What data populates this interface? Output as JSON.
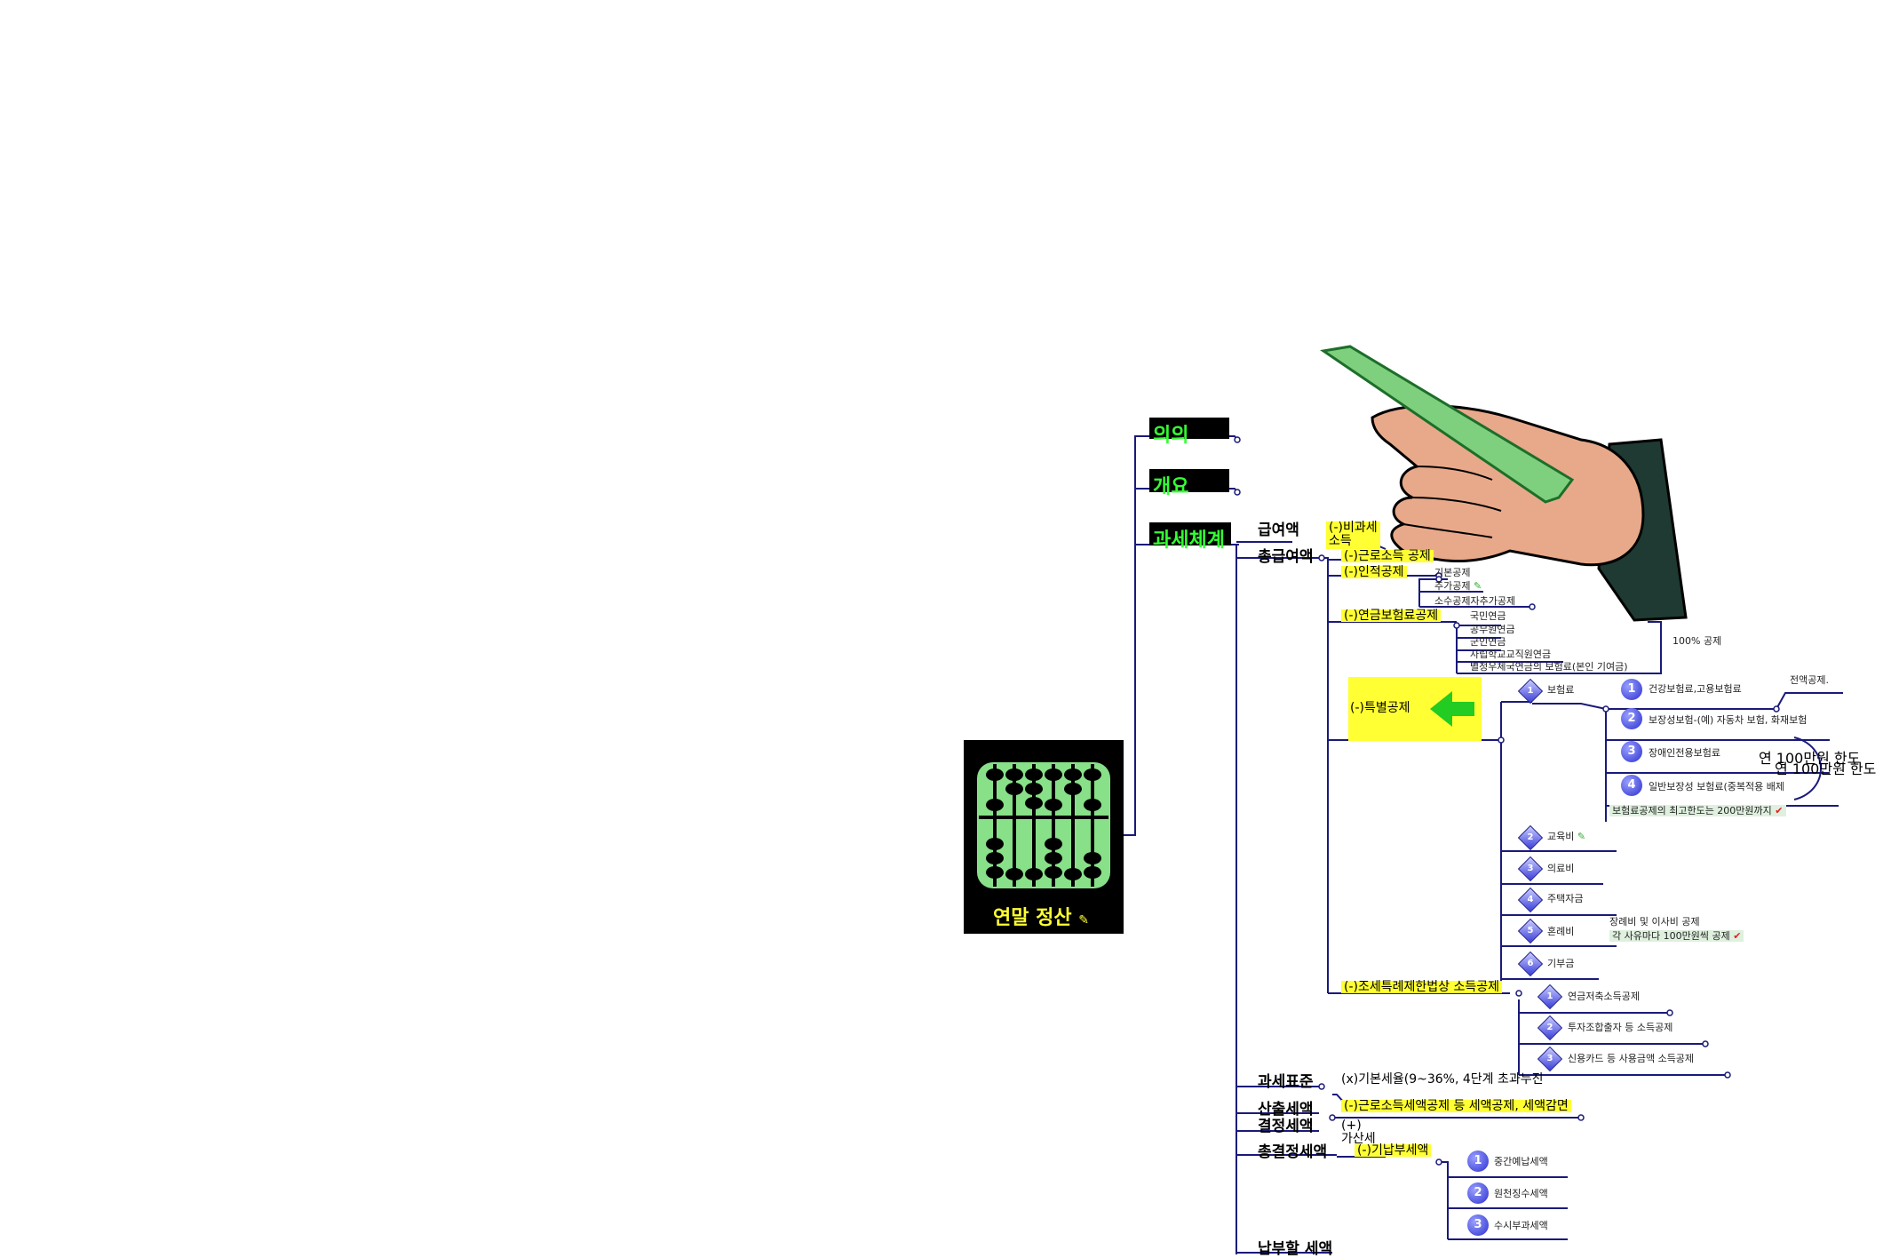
{
  "root": {
    "title": "연말 정산"
  },
  "branches": {
    "b1": "의의",
    "b2": "개요",
    "b3": "과세체계"
  },
  "main": {
    "gross": "급여액",
    "total": "총급여액",
    "taxbase": "과세표준",
    "calc": "산출세액",
    "decided": "결정세액",
    "final": "총결정세액",
    "pay": "납부할 세액"
  },
  "deductions": {
    "nontax_1": "(-)비과세",
    "nontax_2": "소득",
    "earned": "(-)근로소득 공제",
    "personal": "(-)인적공제",
    "personal_items": [
      "기본공제",
      "추가공제",
      "소수공제자추가공제"
    ],
    "pension": "(-)연금보험료공제",
    "pension_items": [
      "국민연금",
      "공무원연금",
      "군인연금",
      "사립학교교직원연금",
      "별정우체국연금의 보험료(본인 기여금)"
    ],
    "pension_note": "100% 공제",
    "special": "(-)특별공제",
    "special_items": [
      "보험료",
      "교육비",
      "의료비",
      "주택자금",
      "혼례비",
      "기부금"
    ],
    "insurance_items": [
      "건강보험료,고용보험료",
      "보장성보험-(예) 자동차 보험, 화재보험",
      "장애인전용보험료",
      "일반보장성 보험료(중복적용 배제"
    ],
    "insurance_full": "전액공제.",
    "insurance_limit_1": "연 100만원 한도",
    "insurance_limit_2": "연 100만원 한도",
    "insurance_max": "보험료공제의 최고한도는 200만원까지",
    "wedding_1": "장례비 및 이사비 공제",
    "wedding_2": "각 사유마다 100만원씩 공제",
    "special_tax": "(-)조세특례제한법상 소득공제",
    "special_tax_items": [
      "연금저축소득공제",
      "투자조합출자 등 소득공제",
      "신용카드 등 사용금액 소득공제"
    ],
    "rate": "(x)기본세율(9~36%, 4단계 초과누진",
    "credit": "(-)근로소득세액공제 등 세액공제, 세액감면",
    "add_1": "(+)",
    "add_2": "가산세",
    "prepaid": "(-)기납부세액",
    "prepaid_items": [
      "중간예납세액",
      "원천징수세액",
      "수시부과세액"
    ]
  },
  "colors": {
    "line": "#1a1a7a",
    "highlight": "#ffff33",
    "green": "#33ff33",
    "arrow": "#22cc22"
  }
}
